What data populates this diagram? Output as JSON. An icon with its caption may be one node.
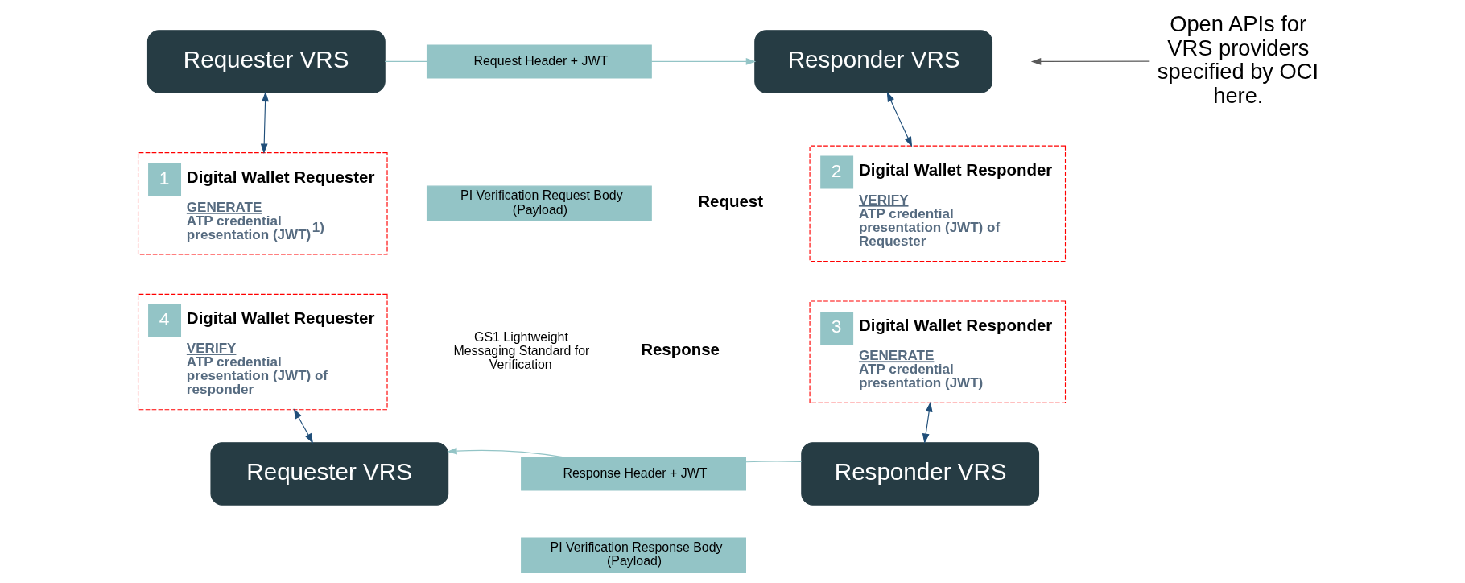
{
  "diagram": {
    "nodes": [
      {
        "text": [
          "Requester VRS"
        ]
      },
      {
        "text": [
          "Request Header + JWT"
        ]
      },
      {
        "text": [
          "PI Verification Request Body (Payload)"
        ]
      },
      {
        "text": [
          "Responder VRS"
        ]
      },
      {
        "text": [
          "Open APIs for VRS providers specified by OCI here."
        ]
      },
      {
        "text": [
          "1",
          "Digital Wallet Requester",
          "GENERATE",
          "ATP credential presentation (JWT)$^{1)}$"
        ]
      },
      {
        "text": [
          "2",
          "Digital Wallet Responder",
          "VERIFY",
          "ATP credential presentation (JWT) of Requester"
        ]
      },
      {
        "text": [
          "4",
          "Digital Wallet Requester",
          "VERIFY",
          "ATP credential presentation (JWT) of responder"
        ]
      },
      {
        "text": [
          "3",
          "Digital Wallet Responder",
          "GENERATE",
          "ATP credential presentation (JWT)"
        ]
      },
      {
        "text": [
          "Requester VRS"
        ]
      },
      {
        "text": [
          "Response Header + JWT"
        ]
      },
      {
        "text": [
          "PI Verification Response Body (Payload)"
        ]
      },
      {
        "text": [
          "Responder VRS"
        ]
      }
    ],
    "edges": [
      {
        "from": 0,
        "to": 1,
        "arrow": "none",
        "color": "#93c4c6"
      },
      {
        "from": 1,
        "to": 3,
        "arrow": "to",
        "color": "#93c4c6"
      },
      {
        "from": 0,
        "to": 5,
        "arrow": "both",
        "color": "#1f4e79"
      },
      {
        "from": 3,
        "to": 6,
        "arrow": "both",
        "color": "#1f4e79"
      },
      {
        "from": 4,
        "to": null,
        "arrow": "to",
        "color": "#595959"
      },
      {
        "from": 7,
        "to": 9,
        "arrow": "both",
        "color": "#1f4e79"
      },
      {
        "from": 8,
        "to": 12,
        "arrow": "both",
        "color": "#1f4e79"
      },
      {
        "from": 12,
        "to": 10,
        "arrow": "none",
        "color": "#93c4c6"
      },
      {
        "from": 10,
        "to": 9,
        "arrow": "to",
        "color": "#93c4c6"
      }
    ],
    "labels": [
      "Request",
      "GS1 Lightweight Messaging Standard for Verification",
      "Response"
    ]
  }
}
